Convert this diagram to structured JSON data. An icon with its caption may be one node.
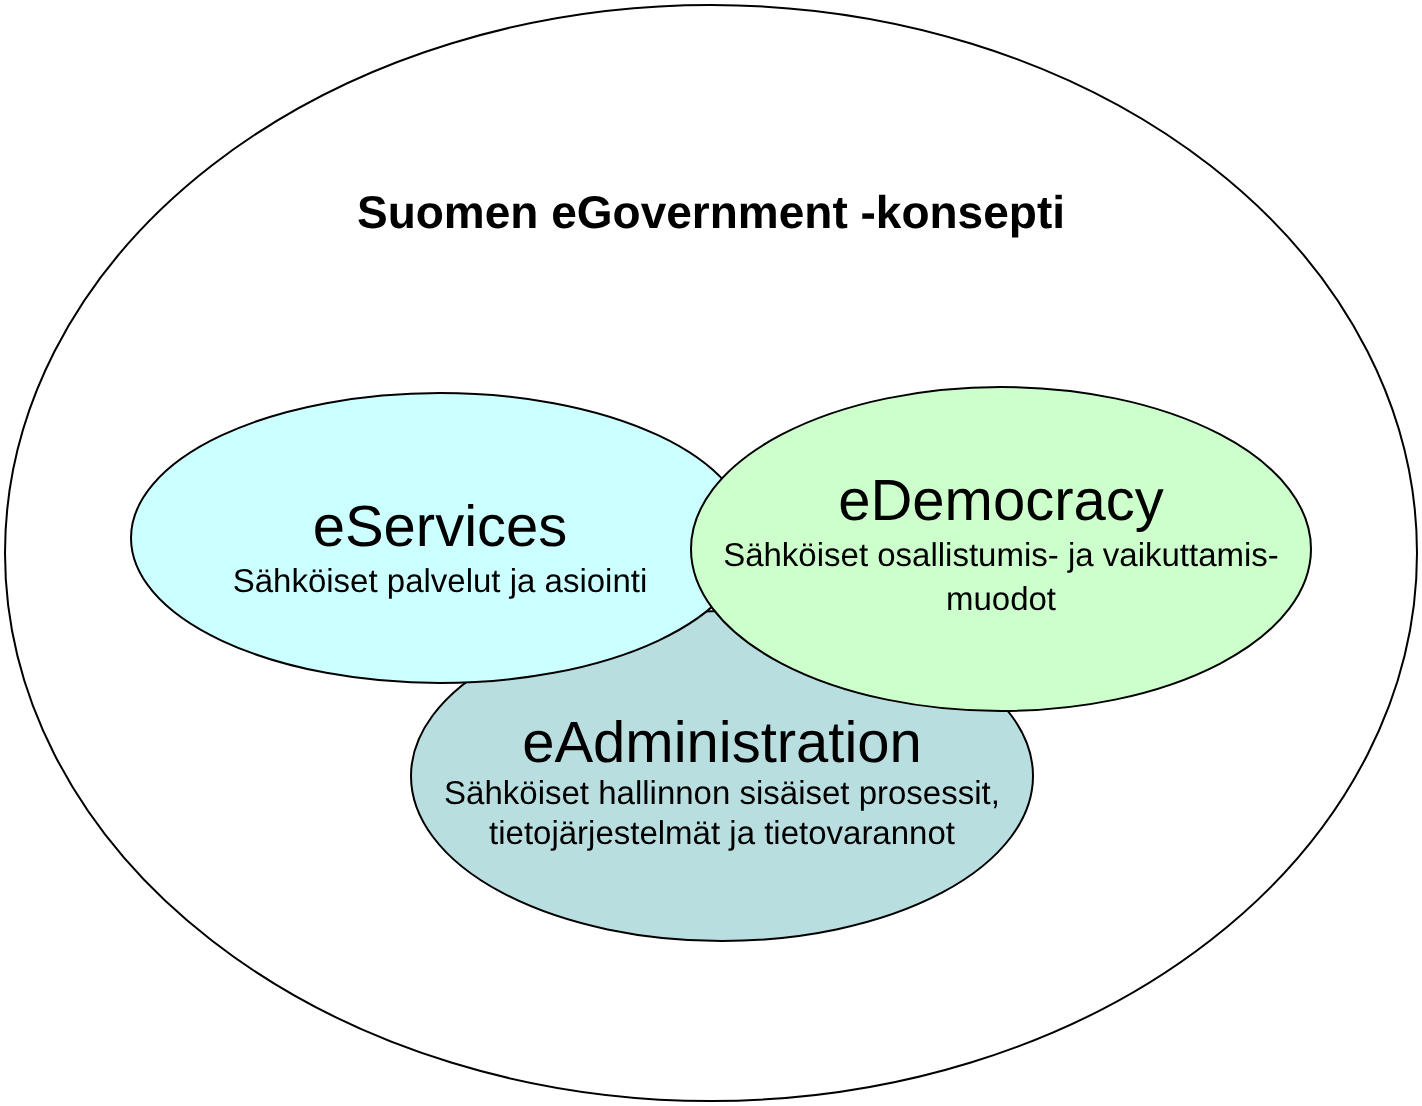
{
  "diagram": {
    "nodes": [
      {
        "text": [
          "Suomen eGovernment -konsepti"
        ]
      },
      {
        "text": [
          "eServices",
          "Sähköiset palvelut ja asiointi"
        ],
        "in": 0
      },
      {
        "text": [
          "eDemocracy",
          "Sähköiset osallistumis- ja vaikuttamis- muodot"
        ],
        "in": 0
      },
      {
        "text": [
          "eAdministration",
          "Sähköiset hallinnon sisäiset prosessit, tietojärjestelmät ja tietovarannot"
        ],
        "in": 0
      }
    ]
  }
}
